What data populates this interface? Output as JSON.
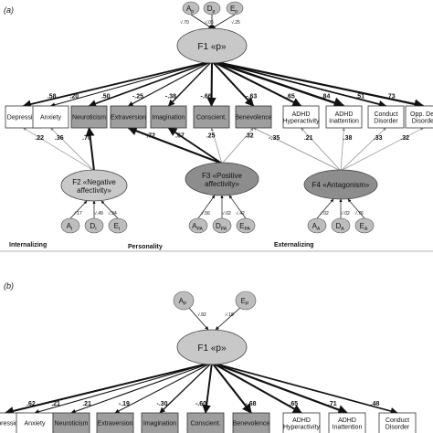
{
  "panels": [
    {
      "tag": "(a)",
      "top_latents": [
        {
          "id": "Ap",
          "main": "A",
          "sub": "p",
          "var": "√.70"
        },
        {
          "id": "Dp",
          "main": "D",
          "sub": "p",
          "var": "√.05"
        },
        {
          "id": "Ep",
          "main": "E",
          "sub": "p",
          "var": "√.25"
        }
      ],
      "factor": {
        "label": "F1 «p»"
      },
      "boxes": [
        {
          "id": "dep",
          "label": "Depression",
          "shaded": false,
          "loading": ".58"
        },
        {
          "id": "anx",
          "label": "Anxiety",
          "shaded": false,
          "loading": ".20"
        },
        {
          "id": "neu",
          "label": "Neuroticism",
          "shaded": true,
          "loading": ".50"
        },
        {
          "id": "ext",
          "label": "Extraversion",
          "shaded": true,
          "loading": "-.25"
        },
        {
          "id": "ima",
          "label": "Imagination",
          "shaded": true,
          "loading": "-.38"
        },
        {
          "id": "con",
          "label": "Conscient.",
          "shaded": true,
          "loading": "-.66"
        },
        {
          "id": "ben",
          "label": "Benevolence",
          "shaded": true,
          "loading": "-.63"
        },
        {
          "id": "hyp",
          "label": "ADHD Hyperactivity",
          "shaded": false,
          "loading": ".65"
        },
        {
          "id": "ina",
          "label": "ADHD Inattention",
          "shaded": false,
          "loading": ".84"
        },
        {
          "id": "cd",
          "label": "Conduct Disorder",
          "shaded": false,
          "loading": ".51"
        },
        {
          "id": "odd",
          "label": "Opp. Def. Disorder",
          "shaded": false,
          "loading": ".73"
        }
      ],
      "sub_factors": [
        {
          "id": "f2",
          "label": "F2 «Negative affectivity»",
          "latents": [
            {
              "main": "A",
              "sub": "I",
              "var": "√.17"
            },
            {
              "main": "D",
              "sub": "I",
              "var": "√.49"
            },
            {
              "main": "E",
              "sub": "I",
              "var": "√.34"
            }
          ]
        },
        {
          "id": "f3",
          "label": "F3 «Positive affectivity»",
          "latents": [
            {
              "main": "A",
              "sub": "PA",
              "var": "√.56"
            },
            {
              "main": "D",
              "sub": "PA",
              "var": "√.02"
            },
            {
              "main": "E",
              "sub": "PA",
              "var": "√.42"
            }
          ]
        },
        {
          "id": "f4",
          "label": "F4 «Antagonism»",
          "latents": [
            {
              "main": "A",
              "sub": "A",
              "var": "√.02"
            },
            {
              "main": "D",
              "sub": "A",
              "var": "√.02"
            },
            {
              "main": "E",
              "sub": "A",
              "var": "√.76"
            }
          ]
        }
      ],
      "sub_loadings": [
        {
          "from": "f2",
          "to": "dep",
          "value": ".22"
        },
        {
          "from": "f2",
          "to": "anx",
          "value": ".36"
        },
        {
          "from": "f2",
          "to": "neu",
          "value": ".70"
        },
        {
          "from": "f3",
          "to": "ext",
          "value": ".72"
        },
        {
          "from": "f3",
          "to": "ima",
          "value": ".67"
        },
        {
          "from": "f3",
          "to": "con",
          "value": ".25"
        },
        {
          "from": "f3",
          "to": "ben",
          "value": ".32"
        },
        {
          "from": "f4",
          "to": "ben",
          "value": "-.35"
        },
        {
          "from": "f4",
          "to": "hyp",
          "value": ".21"
        },
        {
          "from": "f4",
          "to": "ina",
          "value": ".38"
        },
        {
          "from": "f4",
          "to": "cd",
          "value": ".33"
        },
        {
          "from": "f4",
          "to": "odd",
          "value": ".32"
        }
      ],
      "groups": [
        "Internalizing",
        "Personality",
        "Externalizing"
      ]
    },
    {
      "tag": "(b)",
      "top_latents": [
        {
          "id": "Ap",
          "main": "A",
          "sub": "P",
          "var": "√.82"
        },
        {
          "id": "Ep",
          "main": "E",
          "sub": "P",
          "var": "√.18"
        }
      ],
      "factor": {
        "label": "F1 «p»"
      },
      "boxes": [
        {
          "id": "dep",
          "label": "Depression",
          "shaded": false,
          "loading": ".62"
        },
        {
          "id": "anx",
          "label": "Anxiety",
          "shaded": false,
          "loading": ".21"
        },
        {
          "id": "neu",
          "label": "Neuroticism",
          "shaded": true,
          "loading": ".21"
        },
        {
          "id": "ext",
          "label": "Extraversion",
          "shaded": true,
          "loading": "-.19"
        },
        {
          "id": "ima",
          "label": "Imagination",
          "shaded": true,
          "loading": "-.30"
        },
        {
          "id": "con",
          "label": "Conscient.",
          "shaded": true,
          "loading": "-.60"
        },
        {
          "id": "ben",
          "label": "Benevolence",
          "shaded": true,
          "loading": "-.68"
        },
        {
          "id": "hyp",
          "label": "ADHD Hyperactivity",
          "shaded": false,
          "loading": ".65"
        },
        {
          "id": "ina",
          "label": "ADHD Inattention",
          "shaded": false,
          "loading": ".71"
        },
        {
          "id": "cd",
          "label": "Conduct Disorder",
          "shaded": false,
          "loading": ".48"
        }
      ]
    }
  ]
}
